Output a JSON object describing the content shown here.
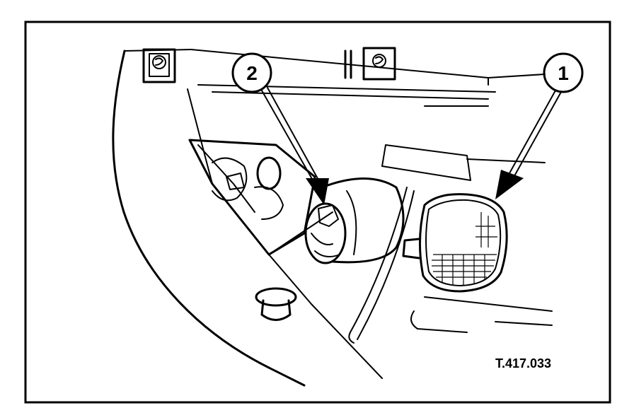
{
  "callouts": [
    {
      "label": "1"
    },
    {
      "label": "2"
    }
  ],
  "figure_ref": "T.417.033",
  "screw_symbols": [
    "screw-head",
    "screw-head"
  ]
}
